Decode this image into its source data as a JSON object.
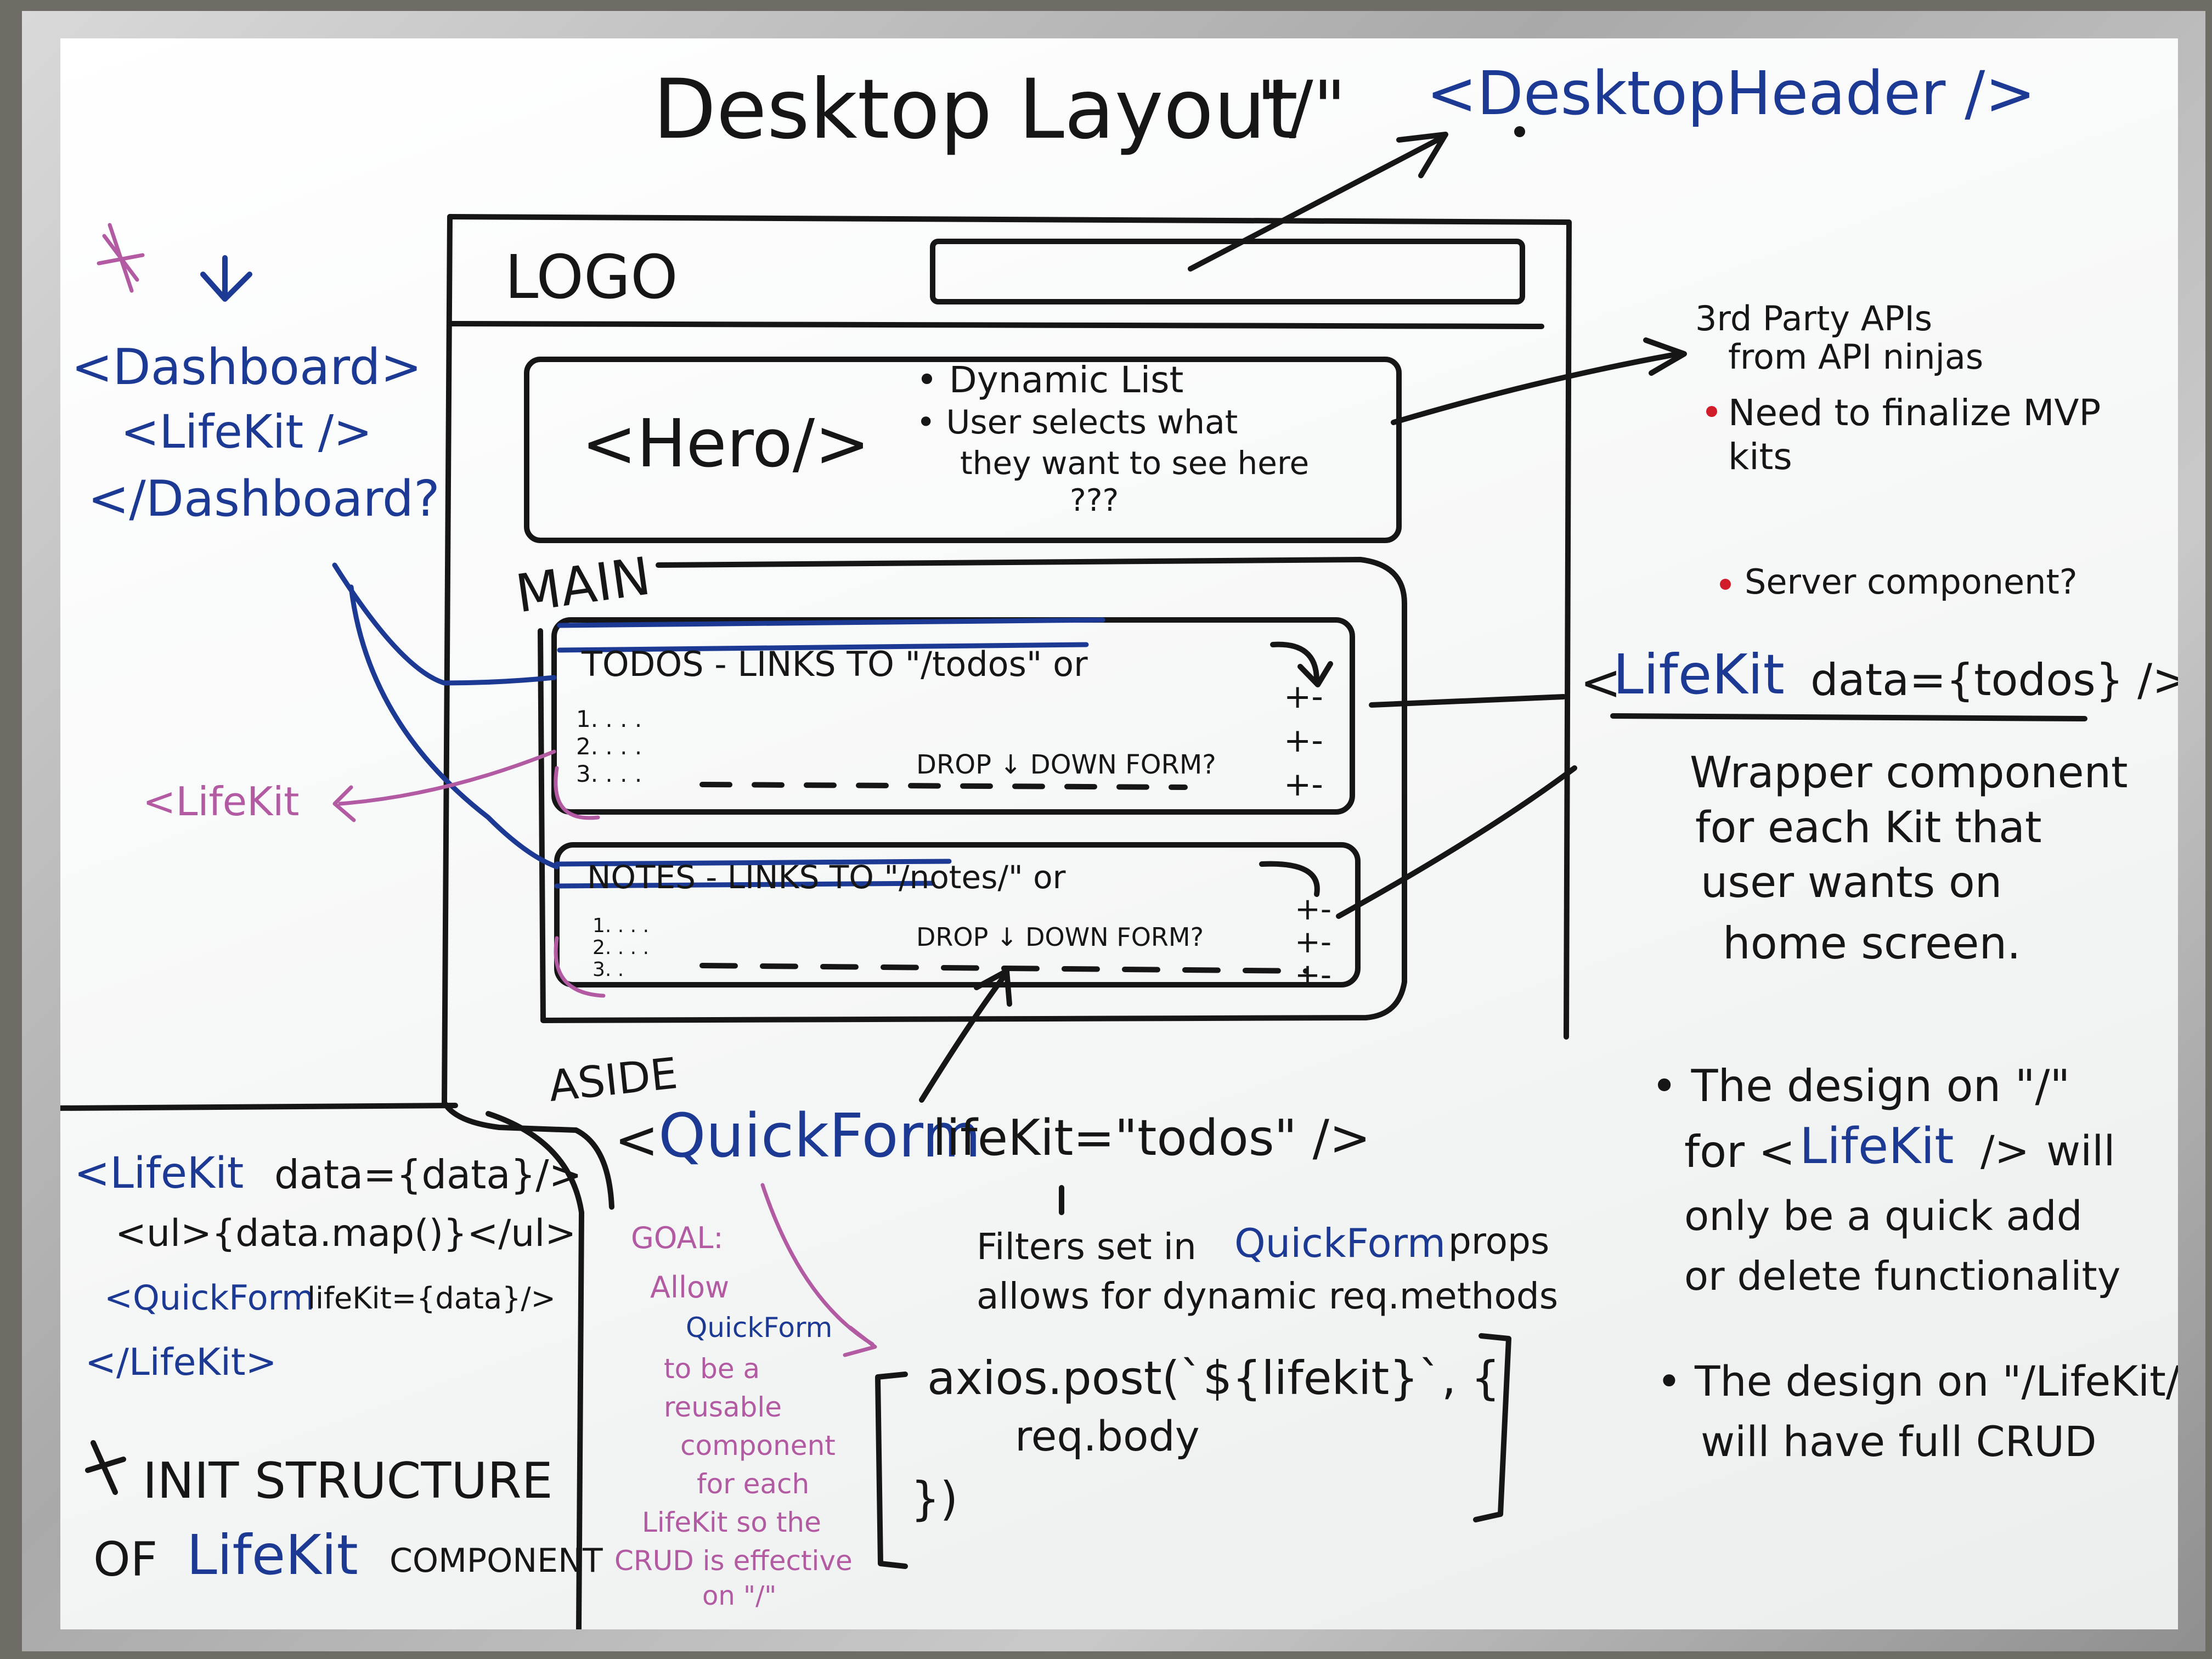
{
  "title": "Desktop Layout",
  "route_label": "\"/\"",
  "desktop_header": "<DesktopHeader />",
  "wireframe": {
    "logo": "LOGO",
    "hero": "<Hero/>",
    "hero_notes": [
      "• Dynamic List",
      "• User selects what",
      "they want to see here",
      "???"
    ],
    "main_label": "MAIN",
    "todos_header": "TODOS - LINKS TO \"/todos\" or",
    "todos_items": [
      "1. . . .",
      "2. . . .",
      "3. . . ."
    ],
    "dropdown_form_1": "DROP ↓ DOWN FORM?",
    "notes_header": "NOTES - LINKS TO \"/notes/\" or",
    "notes_items": [
      "1. . . .",
      "2. . . .",
      "3. ."
    ],
    "dropdown_form_2": "DROP ↓ DOWN FORM?",
    "plus_minus": "+-",
    "aside_label": "ASIDE"
  },
  "left_notes": {
    "dashboard_open": "<Dashboard>",
    "lifekit_tag": "<LifeKit />",
    "dashboard_close": "</Dashboard?",
    "lifekit_pink": "<LifeKit"
  },
  "code_box": {
    "line1a": "<LifeKit",
    "line1b": "data={data}/>",
    "line2": "<ul>{data.map()}</ul>",
    "line3a": "<QuickForm",
    "line3b": "lifeKit={data}/>",
    "line4": "</LifeKit>",
    "caption1": "INIT STRUCTURE",
    "caption2a": "OF",
    "caption2b": "LifeKit",
    "caption2c": "COMPONENT"
  },
  "quickform": {
    "tag_open": "<",
    "name": "QuickForm",
    "props": "lifeKit=\"todos\" />",
    "filters_a": "Filters set in",
    "filters_b": "QuickForm",
    "filters_c": "props",
    "filters_d": "allows for dynamic req.methods",
    "axios1": "axios.post(`${lifekit}`, {",
    "axios2": "req.body",
    "axios3": "})"
  },
  "goal": {
    "label": "GOAL:",
    "lines": [
      "Allow",
      "QuickForm",
      "to be a",
      "reusable",
      "component",
      "for each",
      "LifeKit so the",
      "CRUD is effective",
      "on \"/\""
    ]
  },
  "right_notes": {
    "apis1": "3rd Party APIs",
    "apis2": "from API ninjas",
    "mvp1": "Need to finalize MVP",
    "mvp2": "kits",
    "server": "Server component?",
    "lifekit_a": "<",
    "lifekit_b": "LifeKit",
    "lifekit_c": "data={todos} />",
    "wrapper": [
      "Wrapper component",
      "for each Kit that",
      "user wants on",
      "home screen."
    ],
    "design1": [
      "• The design on \"/\"",
      "will",
      "only be a quick add",
      "or delete functionality"
    ],
    "design1_for": "for <",
    "design1_kit": "LifeKit",
    "design1_end": "/>",
    "design2": [
      "• The design on \"/LifeKit/\"",
      "will have full CRUD"
    ]
  },
  "colors": {
    "black_ink": "#161616",
    "blue_ink": "#1c3a93",
    "pink_ink": "#b25aa2",
    "red_ink": "#d11c2a",
    "board": "#f7f8f8"
  }
}
